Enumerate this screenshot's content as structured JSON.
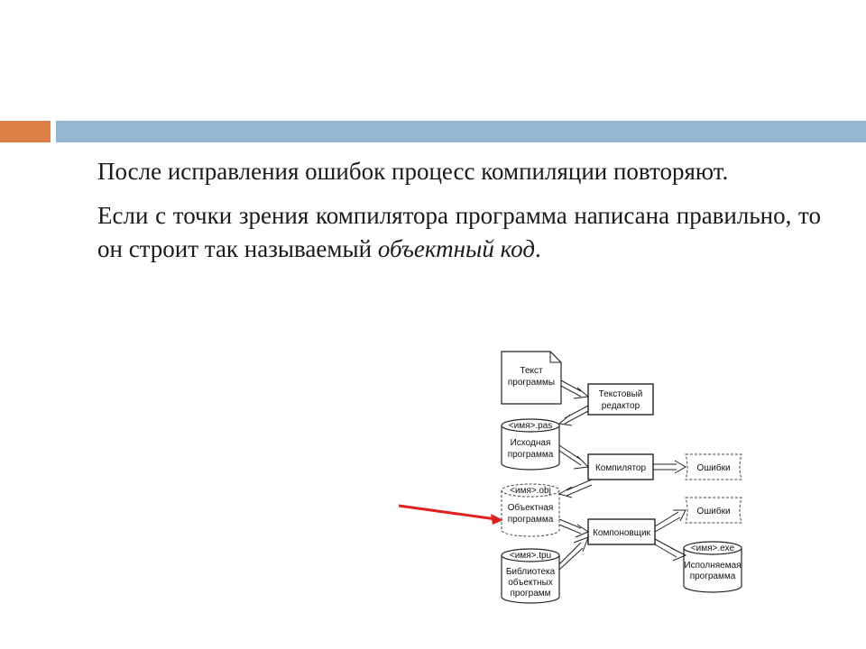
{
  "slide": {
    "paragraph1": "После исправления ошибок процесс компиляции повторяют.",
    "paragraph2_lead": "Если с точки зрения компилятора программа написана правильно, то он строит так называемый ",
    "paragraph2_italic": "объектный код",
    "paragraph2_tail": "."
  },
  "diagram": {
    "doc_text": [
      "Текст",
      "программы"
    ],
    "text_editor": [
      "Текстовый",
      "редактор"
    ],
    "source_file": {
      "name": "<имя>.pas",
      "lines": [
        "Исходная",
        "программа"
      ]
    },
    "compiler": "Компилятор",
    "errors_1": "Ошибки",
    "object_file": {
      "name": "<имя>.obj",
      "lines": [
        "Объектная",
        "программа"
      ]
    },
    "linker": "Компоновщик",
    "errors_2": "Ошибки",
    "library_file": {
      "name": "<имя>.tpu",
      "lines": [
        "Библиотека",
        "объектных",
        "программ"
      ]
    },
    "exe_file": {
      "name": "<имя>.exe",
      "lines": [
        "Исполняемая",
        "программа"
      ]
    }
  },
  "colors": {
    "accent_orange": "#dd8047",
    "header_blue": "#94b6d2",
    "pointer_red": "#e02020"
  }
}
